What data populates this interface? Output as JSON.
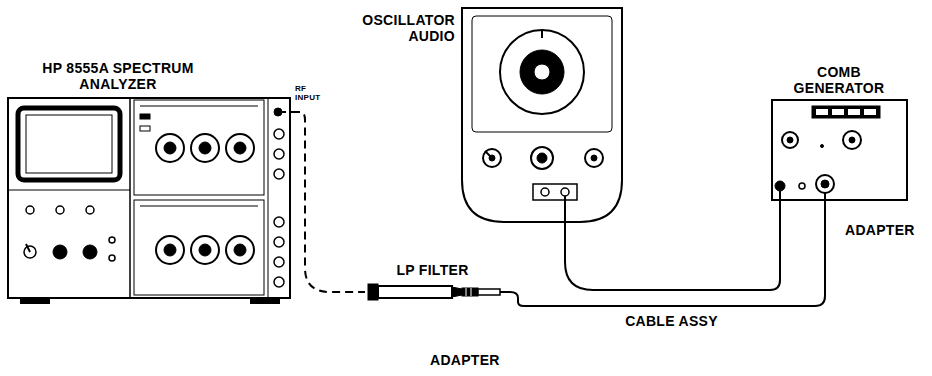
{
  "diagram": {
    "nodes": [
      {
        "text": [
          "HP 8555A SPECTRUM ANALYZER"
        ]
      },
      {
        "text": [
          "OSCILLATOR AUDIO"
        ]
      },
      {
        "text": [
          "COMB GENERATOR"
        ]
      },
      {
        "text": [
          "LP FILTER"
        ]
      }
    ],
    "edges": [
      {
        "from": 0,
        "to": 3,
        "arrow": "none"
      },
      {
        "from": 1,
        "to": 2,
        "arrow": "none"
      },
      {
        "from": 3,
        "to": 2,
        "label": "CABLE ASSY",
        "arrow": "none"
      }
    ],
    "labels": [
      "RF INPUT",
      "ADAPTER",
      "ADAPTER"
    ]
  }
}
